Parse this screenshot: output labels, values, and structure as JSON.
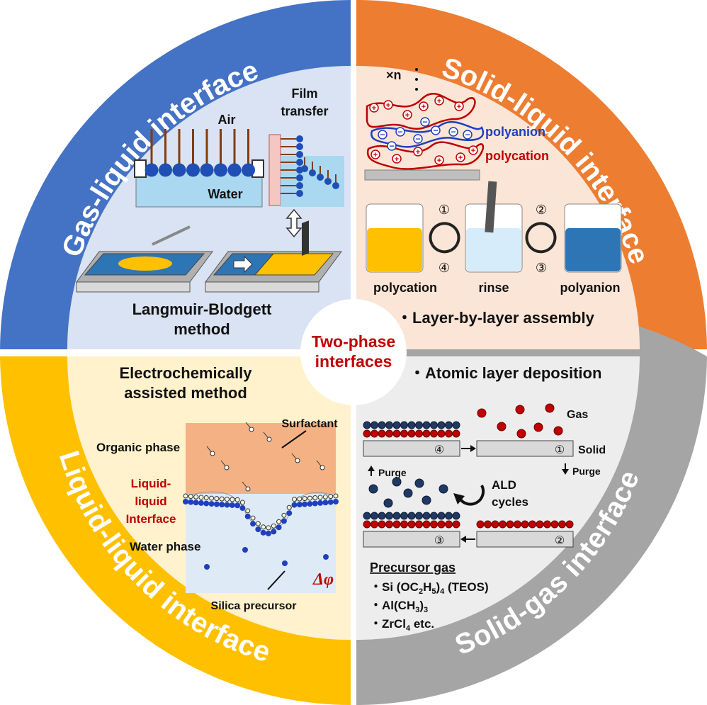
{
  "center": {
    "line1": "Two-phase",
    "line2": "interfaces"
  },
  "ring": {
    "gas_liquid": "Gas-liquid interface",
    "solid_liquid": "Solid-liquid interface",
    "liquid_liquid": "Liquid-liquid interface",
    "solid_gas": "Solid-gas interface"
  },
  "gas_liquid": {
    "air": "Air",
    "water": "Water",
    "film_line1": "Film",
    "film_line2": "transfer",
    "method_line1": "Langmuir-Blodgett",
    "method_line2": "method"
  },
  "solid_liquid": {
    "repeat": "×n",
    "polyanion_label": "polyanion",
    "polycation_label": "polycation",
    "step1": "①",
    "step2": "②",
    "step3": "③",
    "step4": "④",
    "beaker1": "polycation",
    "beaker2": "rinse",
    "beaker3": "polyanion",
    "method": "・Layer-by-layer assembly"
  },
  "liquid_liquid": {
    "title_line1": "Electrochemically",
    "title_line2": "assisted method",
    "surfactant": "Surfactant",
    "organic": "Organic phase",
    "ll1": "Liquid-",
    "ll2": "liquid",
    "ll3": "Interface",
    "water_phase": "Water phase",
    "delta_phi": "Δφ",
    "silica": "Silica precursor"
  },
  "solid_gas": {
    "method": "・Atomic layer deposition",
    "gas": "Gas",
    "solid": "Solid",
    "purge": "Purge",
    "ald1": "ALD",
    "ald2": "cycles",
    "c1": "①",
    "c2": "②",
    "c3": "③",
    "c4": "④",
    "precursor_title": "Precursor gas",
    "p1": "・Si (OC2H5)4 (TEOS)",
    "p2": "・Al(CH3)3",
    "p3": "・ZrCl4 etc."
  },
  "colors": {
    "gas_liquid": "#4472c4",
    "solid_liquid": "#ed7d31",
    "liquid_liquid": "#ffc000",
    "solid_gas": "#a5a5a5",
    "accent_red": "#c00000"
  }
}
